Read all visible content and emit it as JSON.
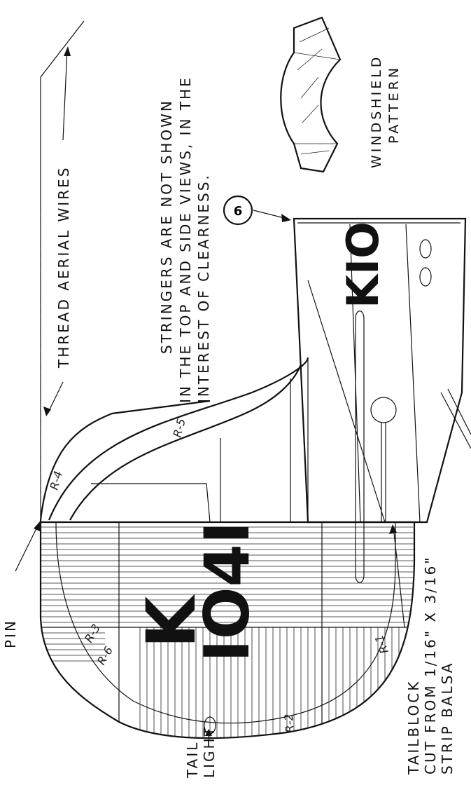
{
  "labels": {
    "thread_aerial": "THREAD AERIAL WIRES",
    "stringers_1": "STRINGERS ARE NOT SHOWN",
    "stringers_2": "IN THE TOP AND SIDE VIEWS, IN THE",
    "stringers_3": "INTEREST OF CLEARNESS.",
    "windshield_1": "WINDSHIELD",
    "windshield_2": "PATTERN",
    "pin": "PIN",
    "tail_1": "TAIL",
    "tail_2": "LIGHT",
    "tailblock_1": "TAILBLOCK",
    "tailblock_2": "CUT FROM 1/16\" X 3/16\"",
    "tailblock_3": "STRIP BALSA",
    "circle_number": "6"
  },
  "registration": {
    "rudder_letter": "K",
    "rudder_number": "IO4I",
    "fuselage_text": "KIO"
  },
  "part_numbers": [
    "R-1",
    "R-2",
    "R-3",
    "R-4",
    "R-5",
    "R-6"
  ]
}
